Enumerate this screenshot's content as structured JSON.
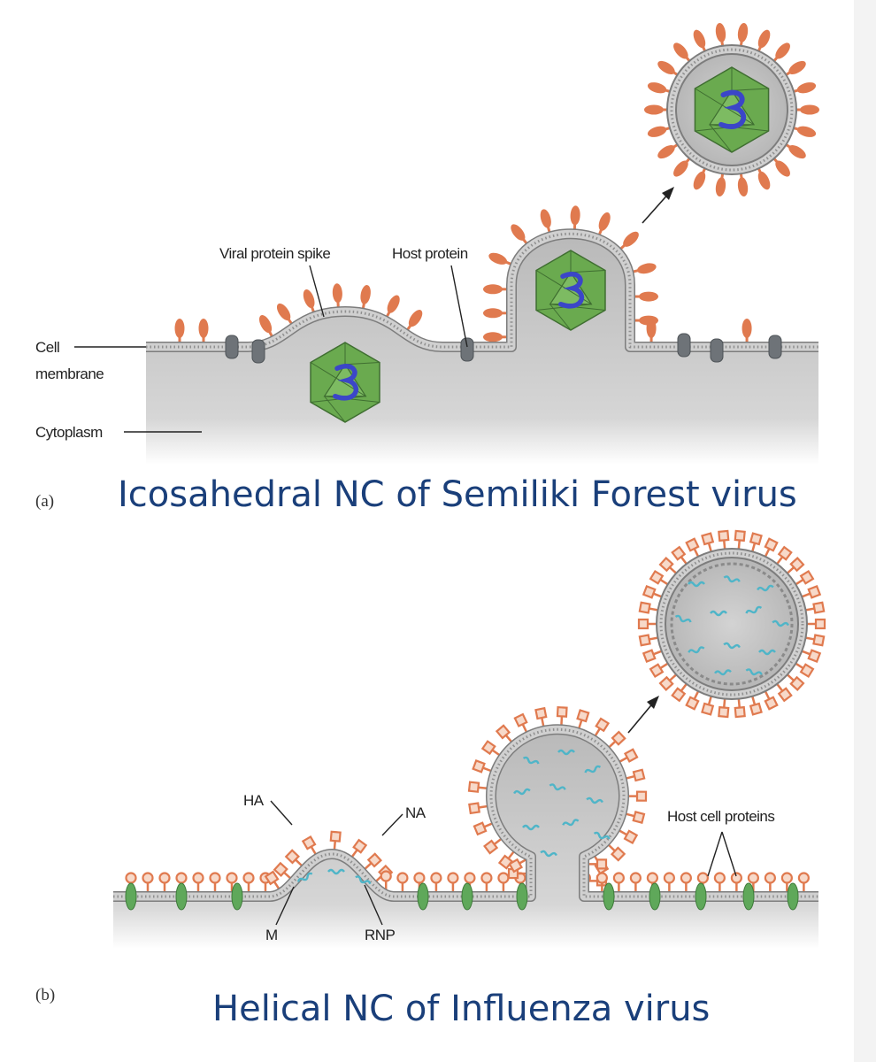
{
  "panel_a": {
    "caption": "(a)",
    "title": "Icosahedral NC of Semiliki Forest virus",
    "labels": {
      "cell_membrane_line1": "Cell",
      "cell_membrane_line2": "membrane",
      "cytoplasm": "Cytoplasm",
      "viral_protein_spike": "Viral protein spike",
      "host_protein": "Host protein"
    }
  },
  "panel_b": {
    "caption": "(b)",
    "title": "Helical NC of Influenza virus",
    "labels": {
      "ha": "HA",
      "na": "NA",
      "m": "M",
      "rnp": "RNP",
      "host_cell_proteins": "Host cell proteins"
    }
  },
  "colors": {
    "spike": "#e07a4f",
    "capsid": "#6aaa4f",
    "rna": "#3b46c8",
    "membrane": "#a9a9a9",
    "cytoplasm": "#c4c4c4",
    "host_protein": "#6e7378",
    "host_cell_protein": "#5fa85a",
    "title": "#1a3f7a"
  }
}
